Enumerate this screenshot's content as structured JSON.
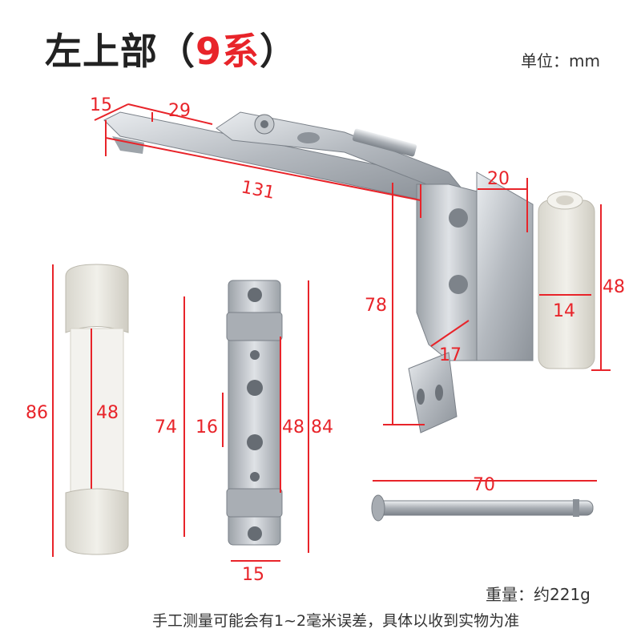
{
  "title": {
    "main": "左上部（",
    "accent": "9系",
    "close": "）"
  },
  "unit_text": "单位：mm",
  "weight_text": "重量：约221g",
  "error_note": "手工测量可能会有1~2毫米误差，具体以收到实物为准",
  "colors": {
    "accent": "#e8242a",
    "metal": "#b9bec4",
    "plastic": "#e6e4dc"
  },
  "dimensions": {
    "d15_top": "15",
    "d29": "29",
    "d131": "131",
    "d20": "20",
    "d78": "78",
    "d48_right": "48",
    "d14": "14",
    "d17": "17",
    "d86": "86",
    "d48_cover": "48",
    "d74": "74",
    "d16": "16",
    "d48_plate": "48",
    "d84": "84",
    "d15_bottom": "15",
    "d70": "70"
  }
}
